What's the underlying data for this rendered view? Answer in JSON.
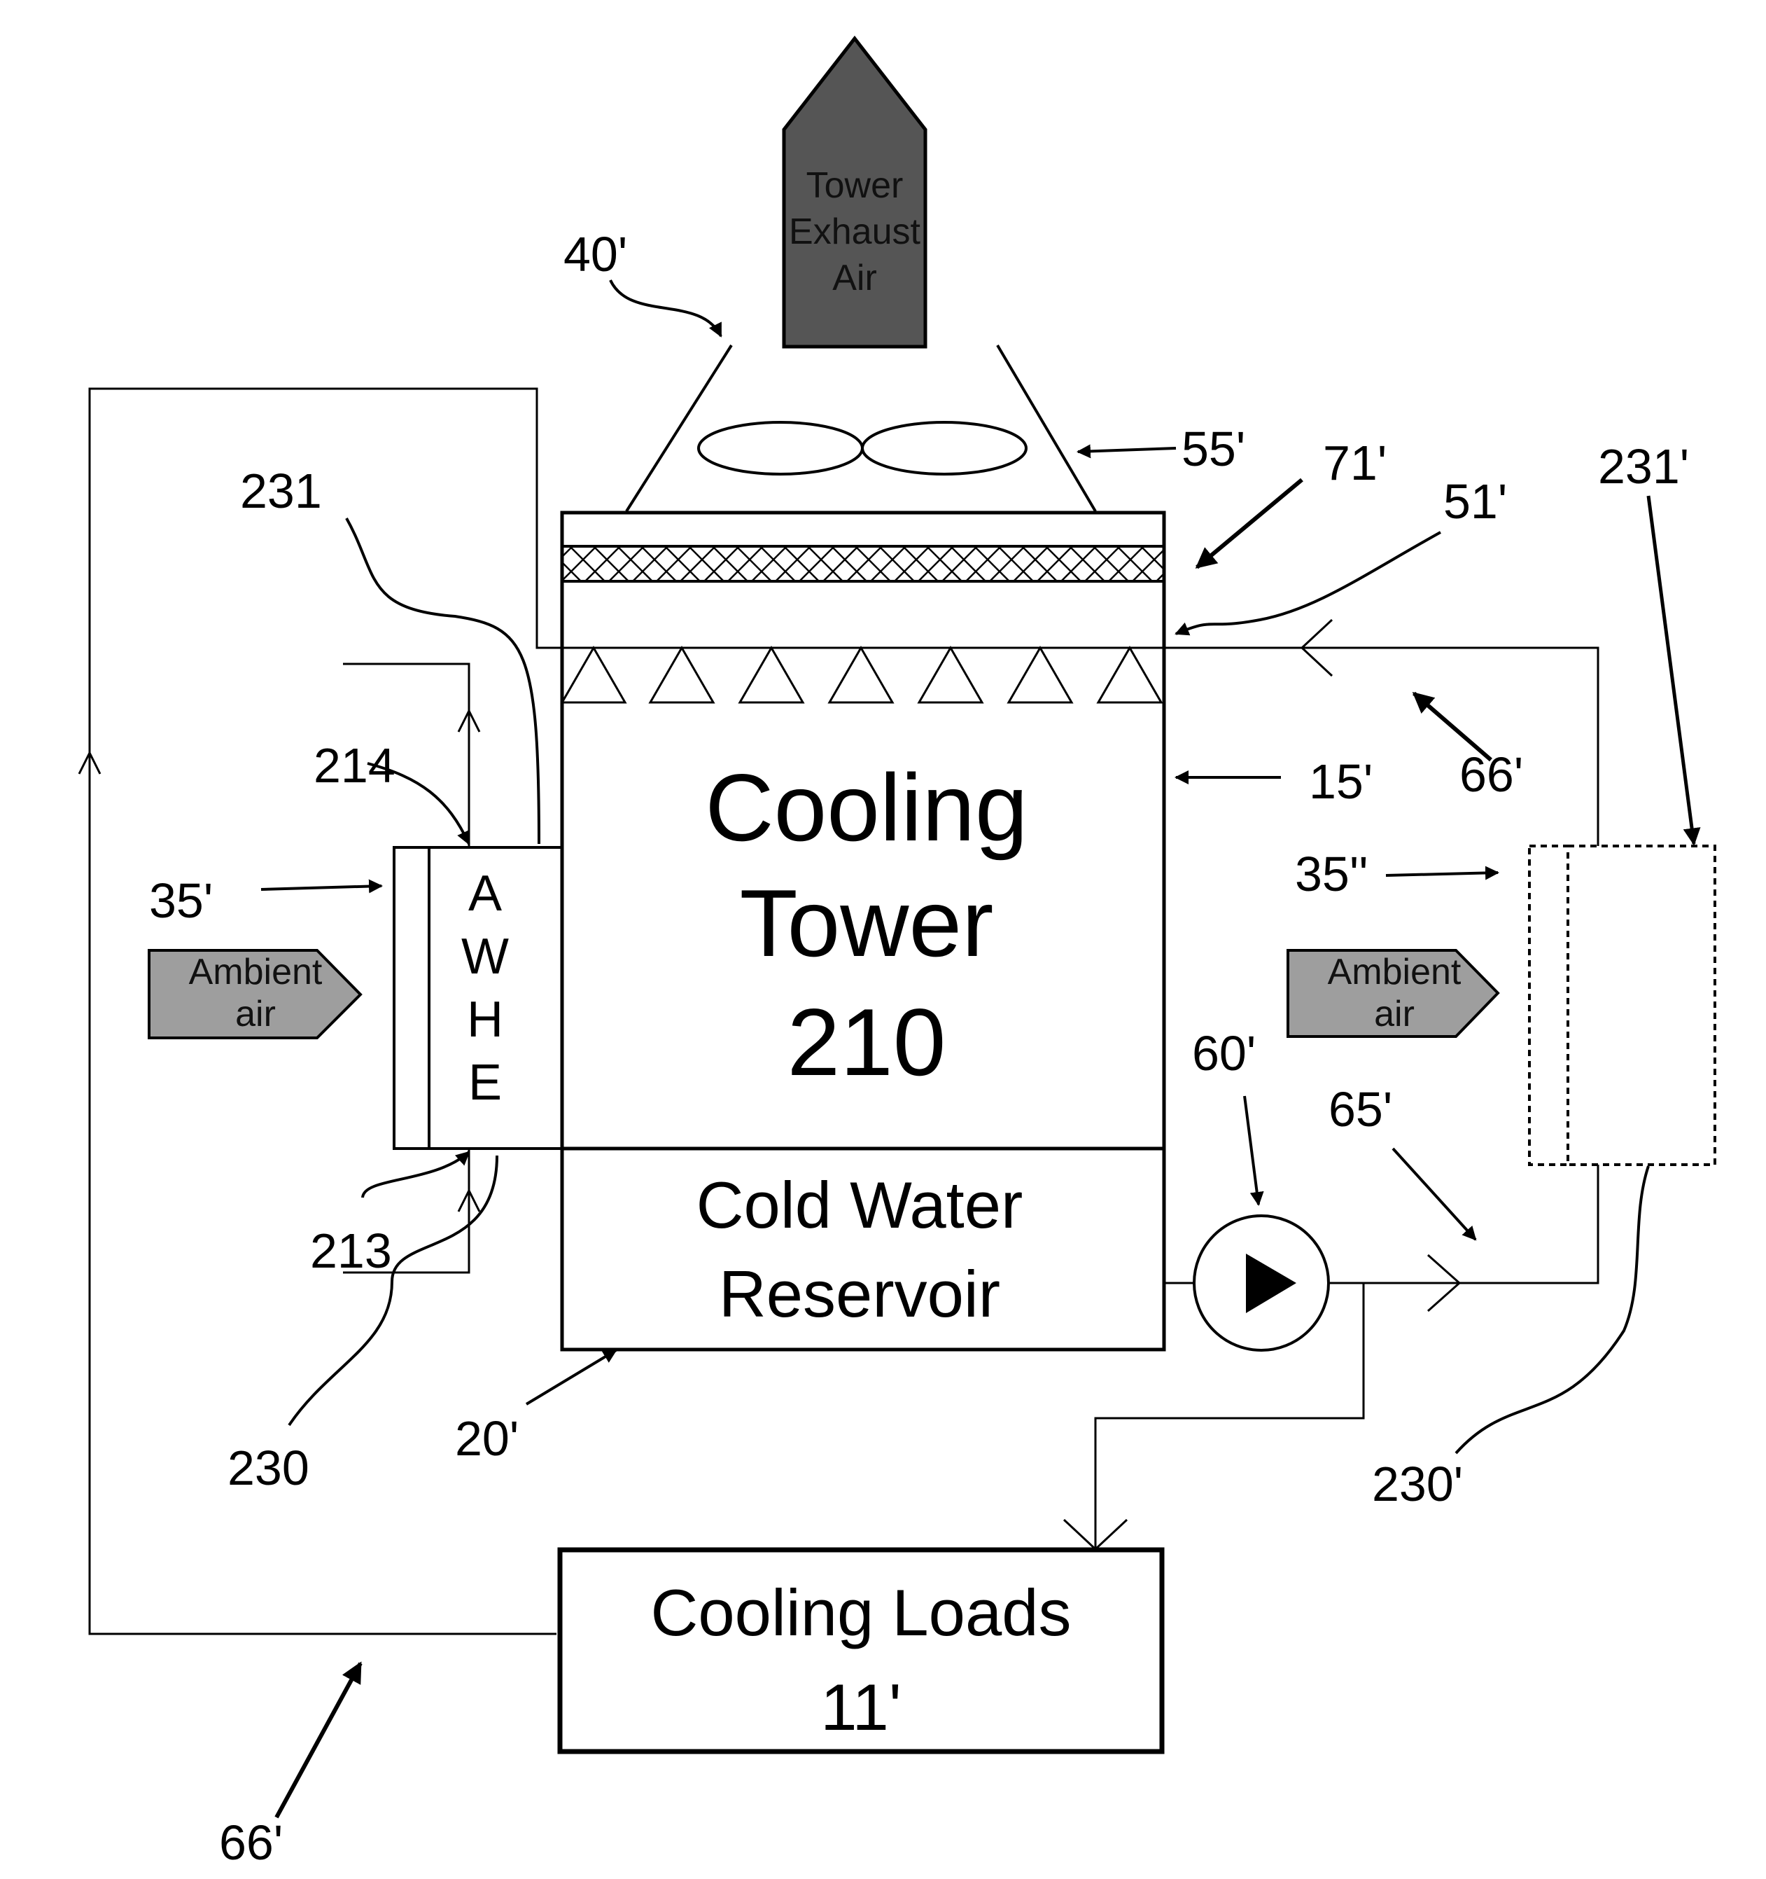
{
  "exhaust": {
    "lines": [
      "Tower",
      "Exhaust",
      "Air"
    ]
  },
  "tower": {
    "lines": [
      "Cooling",
      "Tower",
      "210"
    ]
  },
  "reservoir": {
    "lines": [
      "Cold Water",
      "Reservoir"
    ]
  },
  "awhe": {
    "letters": [
      "A",
      "W",
      "H",
      "E"
    ]
  },
  "ambient_left": {
    "lines": [
      "Ambient",
      "air"
    ]
  },
  "ambient_right": {
    "lines": [
      "Ambient",
      "air"
    ]
  },
  "loads": {
    "lines": [
      "Cooling Loads",
      "11'"
    ]
  },
  "refs": {
    "r40": "40'",
    "r55": "55'",
    "r71": "71'",
    "r51": "51'",
    "r231p": "231'",
    "r231": "231",
    "r214": "214",
    "r35": "35'",
    "r35pp": "35''",
    "r15": "15'",
    "r66a": "66'",
    "r60": "60'",
    "r65": "65'",
    "r213": "213",
    "r230": "230",
    "r20": "20'",
    "r230p": "230'",
    "r66b": "66'"
  },
  "colors": {
    "stroke": "#000000",
    "exhaust_fill": "#555555",
    "ambient_fill": "#9e9e9e"
  }
}
